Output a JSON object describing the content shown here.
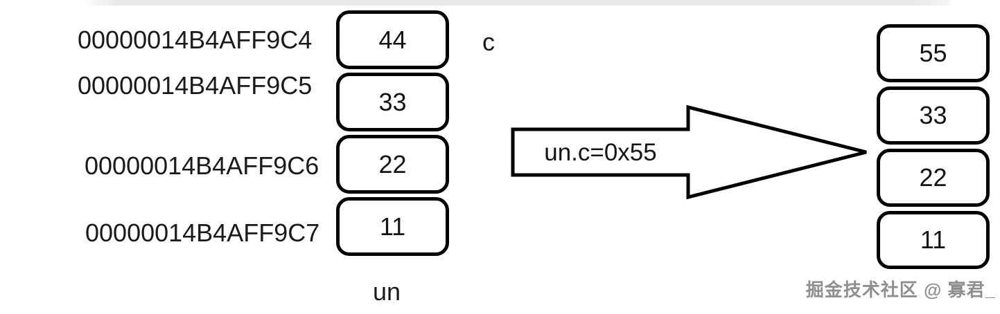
{
  "diagram": {
    "addresses": [
      "00000014B4AFF9C4",
      "00000014B4AFF9C5",
      "00000014B4AFF9C6",
      "00000014B4AFF9C7"
    ],
    "left_stack": {
      "cells": [
        "44",
        "33",
        "22",
        "11"
      ],
      "field_label": "c",
      "union_label": "un"
    },
    "arrow": {
      "label": "un.c=0x55"
    },
    "right_stack": {
      "cells": [
        "55",
        "33",
        "22",
        "11"
      ]
    },
    "watermark": "掘金技术社区 @ 寡君_",
    "colors": {
      "stroke": "#000000",
      "text": "#1a1a1a",
      "watermark": "#8f8f8f",
      "top_bar": "#e9e9e9",
      "background": "#ffffff"
    }
  }
}
